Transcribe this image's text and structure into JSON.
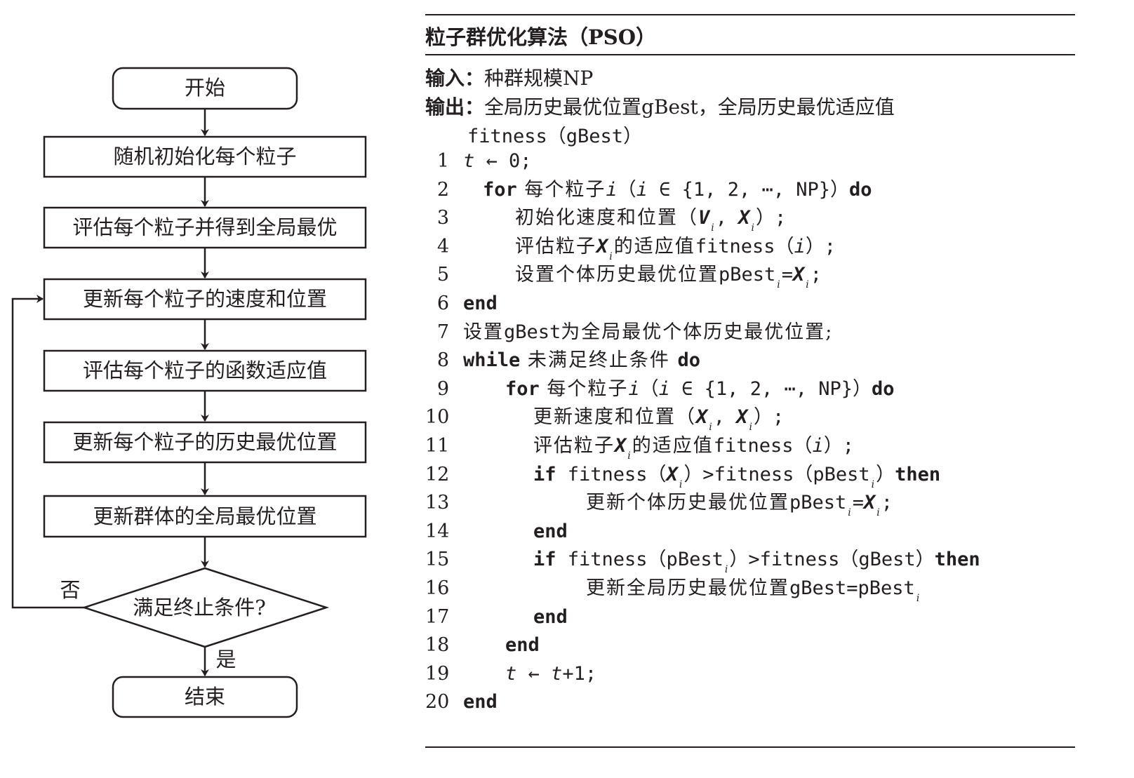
{
  "flowchart": {
    "start": "开始",
    "steps": [
      "随机初始化每个粒子",
      "评估每个粒子并得到全局最优",
      "更新每个粒子的速度和位置",
      "评估每个粒子的函数适应值",
      "更新每个粒子的历史最优位置",
      "更新群体的全局最优位置"
    ],
    "decision": "满足终止条件?",
    "no_label": "否",
    "yes_label": "是",
    "end": "结束"
  },
  "algorithm": {
    "title": "粒子群优化算法（PSO）",
    "input_label": "输入：",
    "input_text": "种群规模NP",
    "output_label": "输出：",
    "output_text": "全局历史最优位置gBest，全局历史最优适应值",
    "output_cont": "fitness（gBest）",
    "lines": [
      {
        "n": "1",
        "tokens": [
          {
            "s": "it",
            "t": "t"
          },
          {
            "s": "mono",
            "t": " ← 0;"
          }
        ]
      },
      {
        "n": "2",
        "tokens": [
          {
            "s": "kw",
            "t": "for"
          },
          {
            "s": "cn",
            "t": " 每个粒子"
          },
          {
            "s": "it",
            "t": "i"
          },
          {
            "s": "mono",
            "t": "（"
          },
          {
            "s": "it",
            "t": "i"
          },
          {
            "s": "mono",
            "t": " ∈ {1, 2, ⋯, NP}）"
          },
          {
            "s": "kw",
            "t": "do"
          }
        ]
      },
      {
        "n": "3",
        "tokens": [
          {
            "s": "cn",
            "t": "初始化速度和位置（"
          },
          {
            "s": "bv",
            "t": "V"
          },
          {
            "s": "sub",
            "t": "i"
          },
          {
            "s": "mono",
            "t": ", "
          },
          {
            "s": "bv",
            "t": "X"
          },
          {
            "s": "sub",
            "t": "i"
          },
          {
            "s": "mono",
            "t": "）;"
          }
        ]
      },
      {
        "n": "4",
        "tokens": [
          {
            "s": "cn",
            "t": "评估粒子"
          },
          {
            "s": "bv",
            "t": "X"
          },
          {
            "s": "sub",
            "t": "i"
          },
          {
            "s": "cn",
            "t": "的适应值"
          },
          {
            "s": "mono",
            "t": "fitness（"
          },
          {
            "s": "it",
            "t": "i"
          },
          {
            "s": "mono",
            "t": "）;"
          }
        ]
      },
      {
        "n": "5",
        "tokens": [
          {
            "s": "cn",
            "t": "设置个体历史最优位置"
          },
          {
            "s": "mono",
            "t": "pBest"
          },
          {
            "s": "sub",
            "t": "i"
          },
          {
            "s": "mono",
            "t": "="
          },
          {
            "s": "bv",
            "t": "X"
          },
          {
            "s": "sub",
            "t": "i"
          },
          {
            "s": "mono",
            "t": ";"
          }
        ]
      },
      {
        "n": "6",
        "tokens": [
          {
            "s": "kw",
            "t": "end"
          }
        ]
      },
      {
        "n": "7",
        "tokens": [
          {
            "s": "cn",
            "t": "设置"
          },
          {
            "s": "mono",
            "t": "gBest"
          },
          {
            "s": "cn",
            "t": "为全局最优个体历史最优位置;"
          }
        ]
      },
      {
        "n": "8",
        "tokens": [
          {
            "s": "kw",
            "t": "while"
          },
          {
            "s": "cn",
            "t": " 未满足终止条件 "
          },
          {
            "s": "kw",
            "t": "do"
          }
        ]
      },
      {
        "n": "9",
        "tokens": [
          {
            "s": "kw",
            "t": "for"
          },
          {
            "s": "cn",
            "t": " 每个粒子"
          },
          {
            "s": "it",
            "t": "i"
          },
          {
            "s": "mono",
            "t": "（"
          },
          {
            "s": "it",
            "t": "i"
          },
          {
            "s": "mono",
            "t": " ∈ {1, 2, ⋯, NP}）"
          },
          {
            "s": "kw",
            "t": "do"
          }
        ]
      },
      {
        "n": "10",
        "tokens": [
          {
            "s": "cn",
            "t": "更新速度和位置（"
          },
          {
            "s": "bv",
            "t": "X"
          },
          {
            "s": "sub",
            "t": "i"
          },
          {
            "s": "mono",
            "t": ", "
          },
          {
            "s": "bv",
            "t": "X"
          },
          {
            "s": "sub",
            "t": "i"
          },
          {
            "s": "mono",
            "t": "）;"
          }
        ]
      },
      {
        "n": "11",
        "tokens": [
          {
            "s": "cn",
            "t": "评估粒子"
          },
          {
            "s": "bv",
            "t": "X"
          },
          {
            "s": "sub",
            "t": "i"
          },
          {
            "s": "cn",
            "t": "的适应值"
          },
          {
            "s": "mono",
            "t": "fitness（"
          },
          {
            "s": "it",
            "t": "i"
          },
          {
            "s": "mono",
            "t": "）;"
          }
        ]
      },
      {
        "n": "12",
        "tokens": [
          {
            "s": "kw",
            "t": "if"
          },
          {
            "s": "mono",
            "t": " fitness（"
          },
          {
            "s": "bv",
            "t": "X"
          },
          {
            "s": "sub",
            "t": "i"
          },
          {
            "s": "mono",
            "t": "）>fitness（pBest"
          },
          {
            "s": "sub",
            "t": "i"
          },
          {
            "s": "mono",
            "t": "）"
          },
          {
            "s": "kw",
            "t": "then"
          }
        ]
      },
      {
        "n": "13",
        "tokens": [
          {
            "s": "cn",
            "t": "更新个体历史最优位置"
          },
          {
            "s": "mono",
            "t": "pBest"
          },
          {
            "s": "sub",
            "t": "i"
          },
          {
            "s": "mono",
            "t": "="
          },
          {
            "s": "bv",
            "t": "X"
          },
          {
            "s": "sub",
            "t": "i"
          },
          {
            "s": "mono",
            "t": ";"
          }
        ]
      },
      {
        "n": "14",
        "tokens": [
          {
            "s": "kw",
            "t": "end"
          }
        ]
      },
      {
        "n": "15",
        "tokens": [
          {
            "s": "kw",
            "t": "if"
          },
          {
            "s": "mono",
            "t": " fitness（pBest"
          },
          {
            "s": "sub",
            "t": "i"
          },
          {
            "s": "mono",
            "t": "）>fitness（gBest）"
          },
          {
            "s": "kw",
            "t": "then"
          }
        ]
      },
      {
        "n": "16",
        "tokens": [
          {
            "s": "cn",
            "t": "更新全局历史最优位置"
          },
          {
            "s": "mono",
            "t": "gBest=pBest"
          },
          {
            "s": "sub",
            "t": "i"
          }
        ]
      },
      {
        "n": "17",
        "tokens": [
          {
            "s": "kw",
            "t": "end"
          }
        ]
      },
      {
        "n": "18",
        "tokens": [
          {
            "s": "kw",
            "t": "end"
          }
        ]
      },
      {
        "n": "19",
        "tokens": [
          {
            "s": "it",
            "t": "t"
          },
          {
            "s": "mono",
            "t": " ← "
          },
          {
            "s": "it",
            "t": "t"
          },
          {
            "s": "mono",
            "t": "+1;"
          }
        ]
      },
      {
        "n": "20",
        "tokens": [
          {
            "s": "kw",
            "t": "end"
          }
        ]
      }
    ]
  }
}
